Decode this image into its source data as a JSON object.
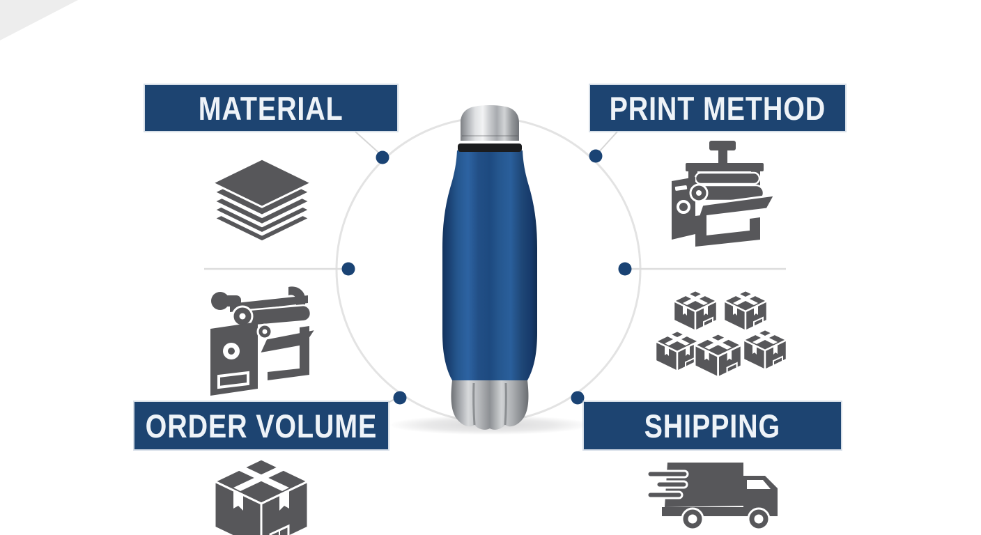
{
  "infographic": {
    "center": {
      "product_image": "blue-stainless-steel-bottle"
    },
    "sections": [
      {
        "label": "MATERIAL",
        "icon": "layered-sheets-icon",
        "position": "top-left"
      },
      {
        "label": "PRINT METHOD",
        "icon": "printing-press-icon",
        "position": "top-right"
      },
      {
        "label": "ORDER VOLUME",
        "icon": "packed-box-icon",
        "position": "bottom-left"
      },
      {
        "label": "SHIPPING",
        "icon": "delivery-truck-icon",
        "position": "bottom-right"
      }
    ],
    "secondary_icons": [
      {
        "icon": "roller-press-icon",
        "position": "middle-left"
      },
      {
        "icon": "stacked-boxes-icon",
        "position": "middle-right"
      }
    ],
    "colors": {
      "banner_navy": "#1d4471",
      "label_text": "#eef3f8",
      "icon_gray": "#57575a",
      "dot_navy": "#1a4374",
      "circle_gray": "#e3e3e3",
      "bottle_blue": "#1d4a80",
      "background": "#ffffff"
    }
  }
}
